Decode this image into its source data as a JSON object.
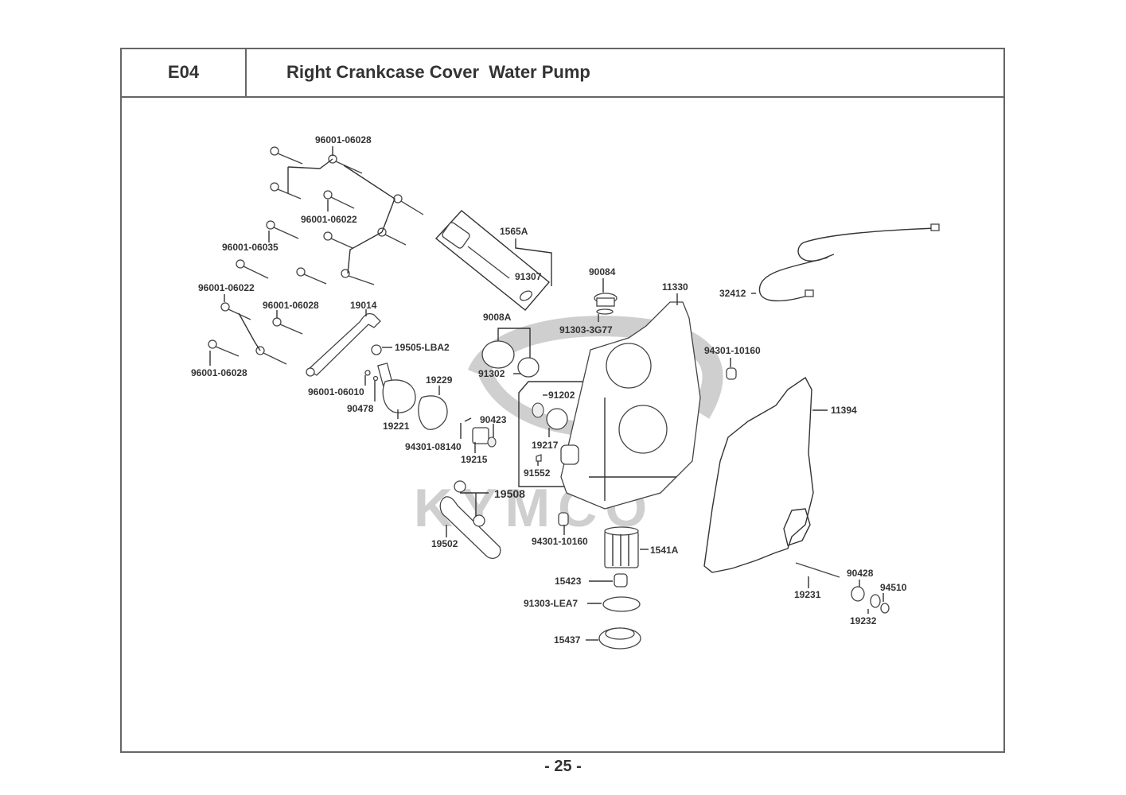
{
  "header": {
    "section_code": "E04",
    "title": "Right Crankcase Cover  Water Pump"
  },
  "watermark": {
    "brand": "KYMCO",
    "color": "#c8c8c8"
  },
  "callouts": [
    {
      "id": "c1",
      "part_no": "96001-06028"
    },
    {
      "id": "c2",
      "part_no": "96001-06022"
    },
    {
      "id": "c3",
      "part_no": "96001-06035"
    },
    {
      "id": "c4",
      "part_no": "96001-06022"
    },
    {
      "id": "c5",
      "part_no": "96001-06028"
    },
    {
      "id": "c6",
      "part_no": "96001-06028"
    },
    {
      "id": "c7",
      "part_no": "19014"
    },
    {
      "id": "c8",
      "part_no": "19505-LBA2"
    },
    {
      "id": "c9",
      "part_no": "96001-06010"
    },
    {
      "id": "c10",
      "part_no": "90478"
    },
    {
      "id": "c11",
      "part_no": "19221"
    },
    {
      "id": "c12",
      "part_no": "19229"
    },
    {
      "id": "c13",
      "part_no": "1565A"
    },
    {
      "id": "c14",
      "part_no": "91307"
    },
    {
      "id": "c15",
      "part_no": "9008A"
    },
    {
      "id": "c16",
      "part_no": "91302"
    },
    {
      "id": "c17",
      "part_no": "90423"
    },
    {
      "id": "c18",
      "part_no": "94301-08140"
    },
    {
      "id": "c19",
      "part_no": "19215"
    },
    {
      "id": "c20",
      "part_no": "91202"
    },
    {
      "id": "c21",
      "part_no": "19217"
    },
    {
      "id": "c22",
      "part_no": "91552"
    },
    {
      "id": "c23",
      "part_no": "19508"
    },
    {
      "id": "c24",
      "part_no": "19502"
    },
    {
      "id": "c25",
      "part_no": "94301-10160"
    },
    {
      "id": "c26",
      "part_no": "1541A"
    },
    {
      "id": "c27",
      "part_no": "15423"
    },
    {
      "id": "c28",
      "part_no": "91303-LEA7"
    },
    {
      "id": "c29",
      "part_no": "15437"
    },
    {
      "id": "c30",
      "part_no": "90084"
    },
    {
      "id": "c31",
      "part_no": "91303-3G77"
    },
    {
      "id": "c32",
      "part_no": "11330"
    },
    {
      "id": "c33",
      "part_no": "32412"
    },
    {
      "id": "c34",
      "part_no": "94301-10160"
    },
    {
      "id": "c35",
      "part_no": "11394"
    },
    {
      "id": "c36",
      "part_no": "19231"
    },
    {
      "id": "c37",
      "part_no": "90428"
    },
    {
      "id": "c38",
      "part_no": "94510"
    },
    {
      "id": "c39",
      "part_no": "19232"
    }
  ],
  "footer": {
    "page_number": "- 25 -"
  }
}
